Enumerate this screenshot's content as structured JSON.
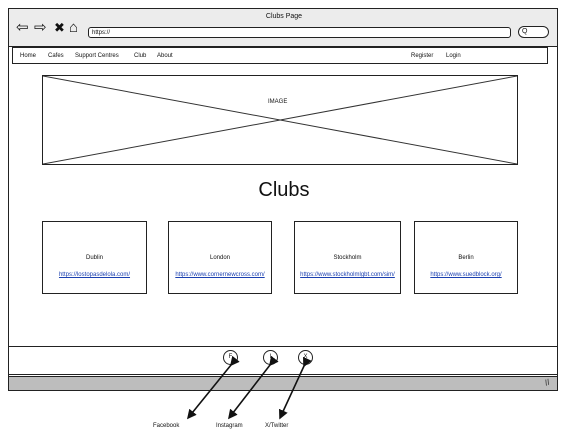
{
  "window": {
    "title": "Clubs Page"
  },
  "browser": {
    "url": "https://",
    "search_glyph": "Q"
  },
  "nav": {
    "left": [
      "Home",
      "Cafes",
      "Support Centres",
      "Club",
      "About"
    ],
    "right": [
      "Register",
      "Login"
    ]
  },
  "hero": {
    "label": "IMAGE"
  },
  "page": {
    "heading": "Clubs"
  },
  "clubs": [
    {
      "name": "Dublin",
      "link": "https://lostopasdelola.com/"
    },
    {
      "name": "London",
      "link": "https://www.cornernewcross.com/"
    },
    {
      "name": "Stockholm",
      "link": "https://www.stockholmlgbt.com/sim/"
    },
    {
      "name": "Berlin",
      "link": "https://www.suedblock.org/"
    }
  ],
  "footer": {
    "social": [
      "F",
      "I",
      "X"
    ]
  },
  "annotations": [
    "Facebook",
    "Instagram",
    "X/Twitter"
  ]
}
